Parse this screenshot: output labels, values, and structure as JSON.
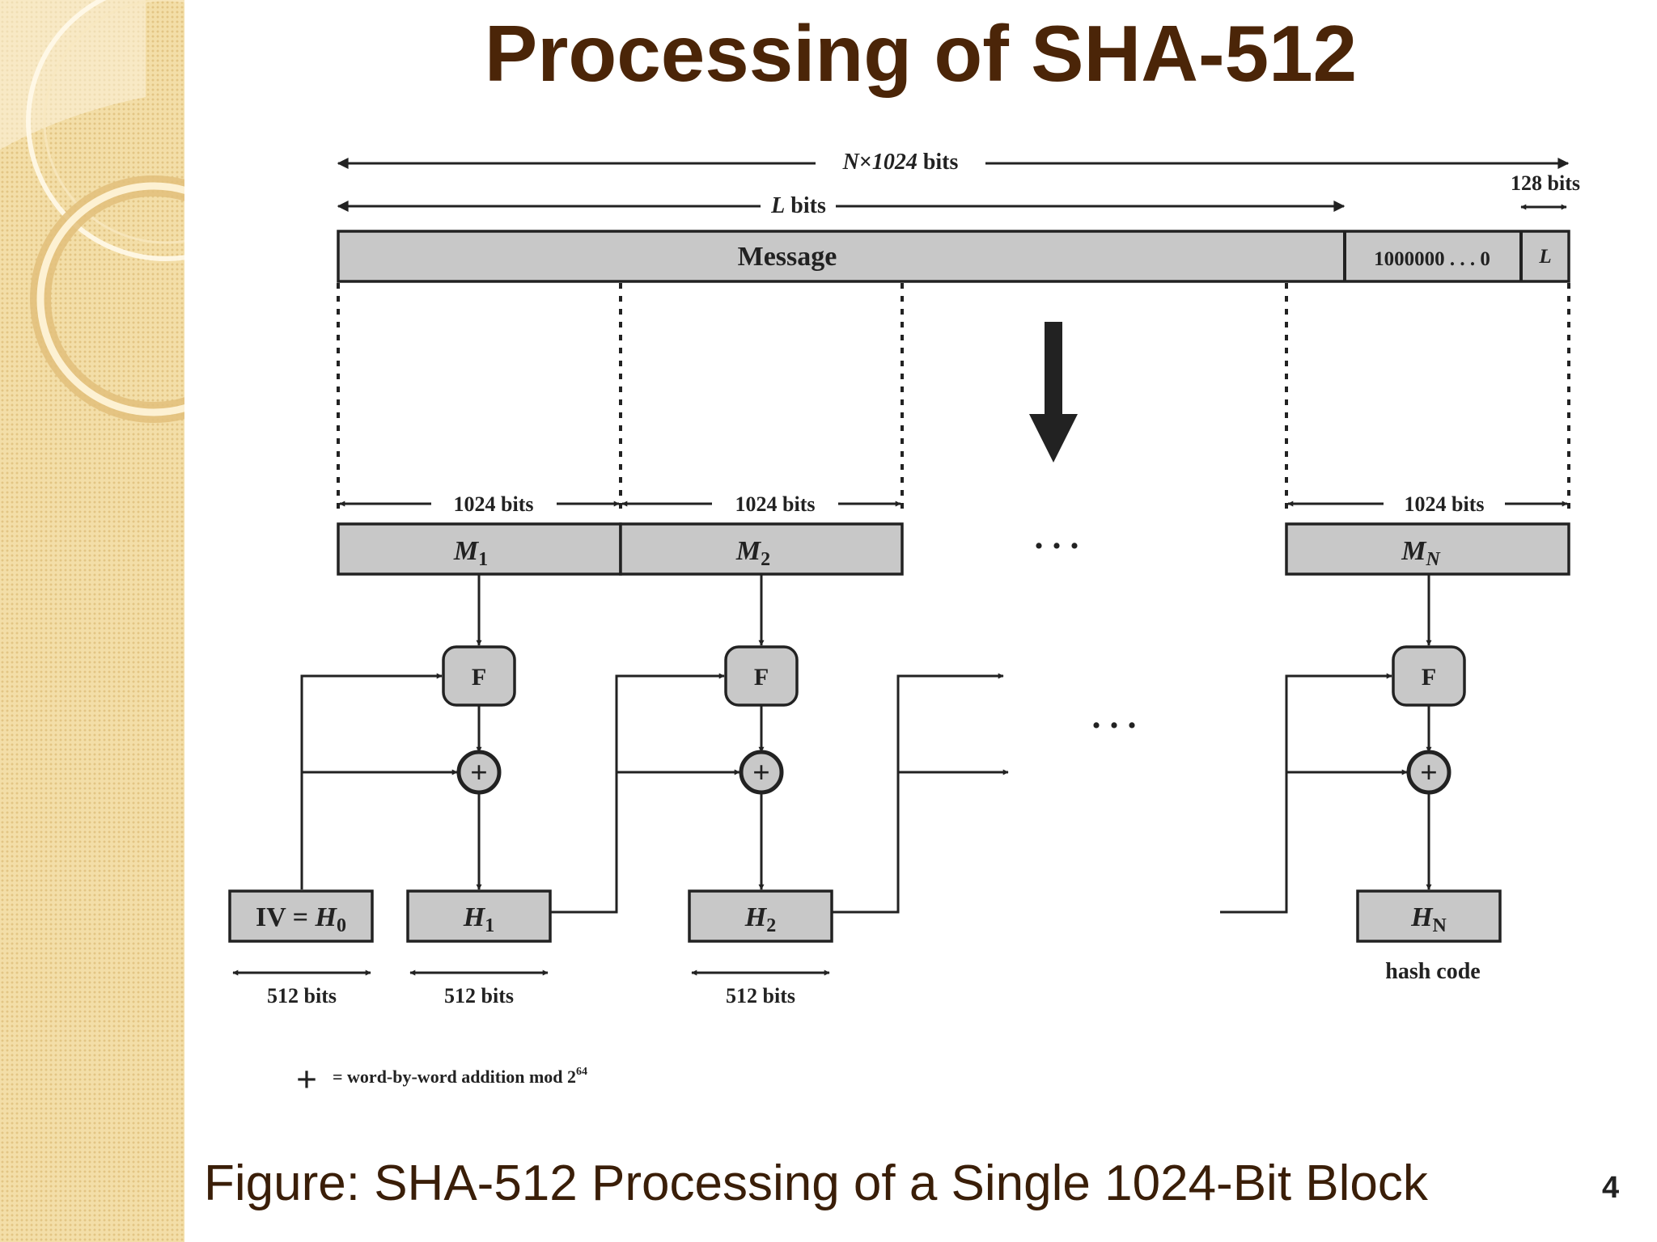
{
  "title": "Processing of SHA-512",
  "caption": "Figure: SHA-512 Processing of a Single 1024-Bit Block",
  "page_number": "4",
  "diagram": {
    "total_length": {
      "var": "N",
      "times": "×",
      "num": "1024",
      "unit": "bits"
    },
    "msg_length": {
      "var": "L",
      "unit": "bits"
    },
    "len_field_size": "128 bits",
    "message_label": "Message",
    "padding_label": "1000000 . . . 0",
    "length_field_label": "L",
    "block_size_label": "1024  bits",
    "blocks": [
      {
        "base": "M",
        "sub": "1"
      },
      {
        "base": "M",
        "sub": "2"
      },
      {
        "base": "M",
        "sub": "N"
      }
    ],
    "function_label": "F",
    "adder_symbol": "+",
    "iv": {
      "prefix": "IV = ",
      "base": "H",
      "sub": "0"
    },
    "hashes": [
      {
        "base": "H",
        "sub": "1"
      },
      {
        "base": "H",
        "sub": "2"
      },
      {
        "base": "H",
        "sub": "N"
      }
    ],
    "hash_size_label": "512  bits",
    "hash_code_label": "hash code",
    "ellipsis": ". . .",
    "legend": {
      "symbol": "+",
      "text": "= word-by-word addition mod 2",
      "sup": "64"
    }
  }
}
